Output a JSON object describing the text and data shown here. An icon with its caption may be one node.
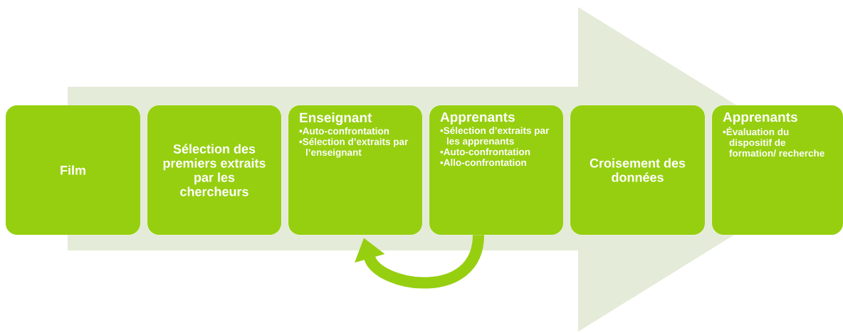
{
  "diagram": {
    "nodes": [
      {
        "text": [
          "Film"
        ]
      },
      {
        "text": [
          "Sélection des premiers extraits par les chercheurs"
        ]
      },
      {
        "text": [
          "Enseignant",
          "•Auto-confrontation",
          "•Sélection d’extraits par l’enseignant"
        ]
      },
      {
        "text": [
          "Apprenants",
          "•Sélection d’extraits par les apprenants",
          "•Auto-confrontation",
          "•Allo-confrontation"
        ]
      },
      {
        "text": [
          "Croisement des données"
        ]
      },
      {
        "text": [
          "Apprenants",
          "•Évaluation du dispositif de formation/ recherche"
        ]
      }
    ],
    "edges": [
      {
        "from": 0,
        "to": 5,
        "arrow": "to",
        "style": "thick",
        "color": "#e4ebd8"
      },
      {
        "from": 3,
        "to": 2,
        "arrow": "to"
      }
    ]
  }
}
